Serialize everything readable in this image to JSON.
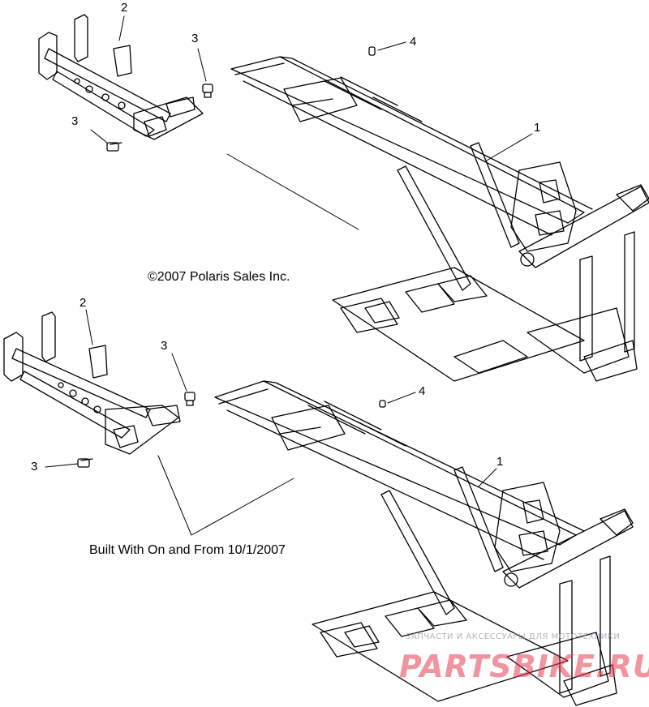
{
  "copyright": "©2007 Polaris Sales Inc.",
  "built_note": "Built With On and From 10/1/2007",
  "callouts_top": {
    "frame": "1",
    "bracket": "2",
    "bolt_a": "3",
    "bolt_b": "3",
    "rivet": "4"
  },
  "callouts_bottom": {
    "frame": "1",
    "bracket": "2",
    "bolt_a": "3",
    "bolt_b": "3",
    "rivet": "4"
  },
  "watermark": {
    "tagline": "ЗАПЧАСТИ И АКСЕССУАРЫ ДЛЯ МОТОТЕХНИКИ",
    "logo": "PARTSBIKE.RU"
  },
  "colors": {
    "line": "#000000",
    "watermark": "#e63c50"
  }
}
